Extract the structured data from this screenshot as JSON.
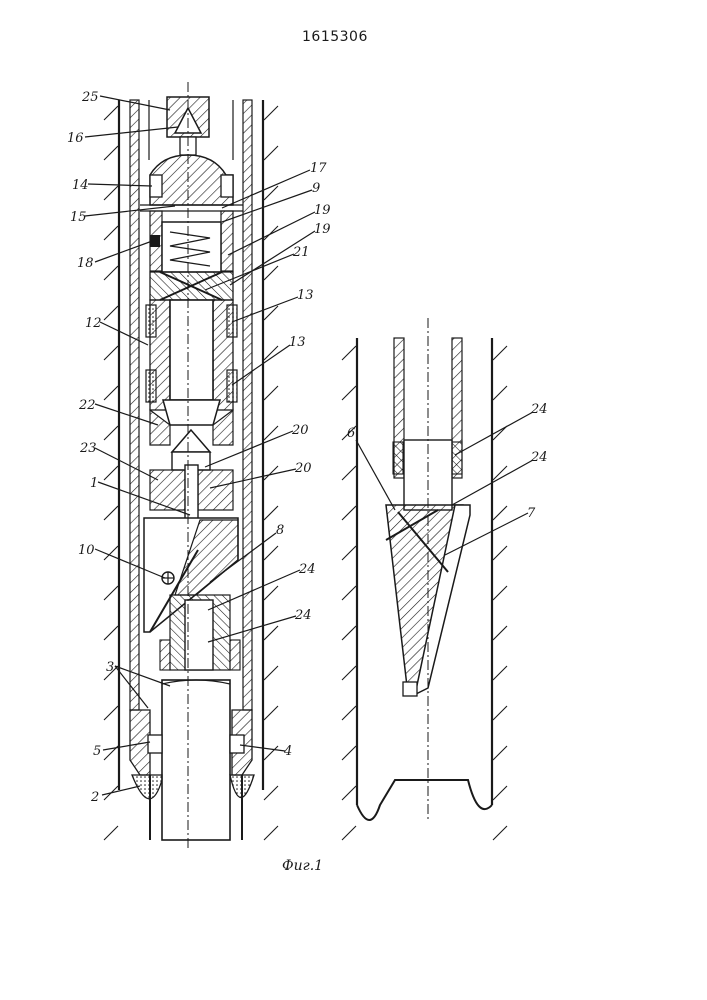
{
  "document_number": "1615306",
  "figure_caption": "Фиг.1",
  "labels": {
    "l25": "25",
    "l16": "16",
    "l14": "14",
    "l15": "15",
    "l18": "18",
    "l17": "17",
    "l9": "9",
    "l19a": "19",
    "l19b": "19",
    "l21": "21",
    "l13a": "13",
    "l13b": "13",
    "l12": "12",
    "l22": "22",
    "l23": "23",
    "l1": "1",
    "l20a": "20",
    "l20b": "20",
    "l8": "8",
    "l10": "10",
    "l24a": "24",
    "l24b": "24",
    "l3": "3",
    "l5": "5",
    "l4": "4",
    "l2": "2",
    "r6": "6",
    "r24a": "24",
    "r24b": "24",
    "r7": "7"
  }
}
